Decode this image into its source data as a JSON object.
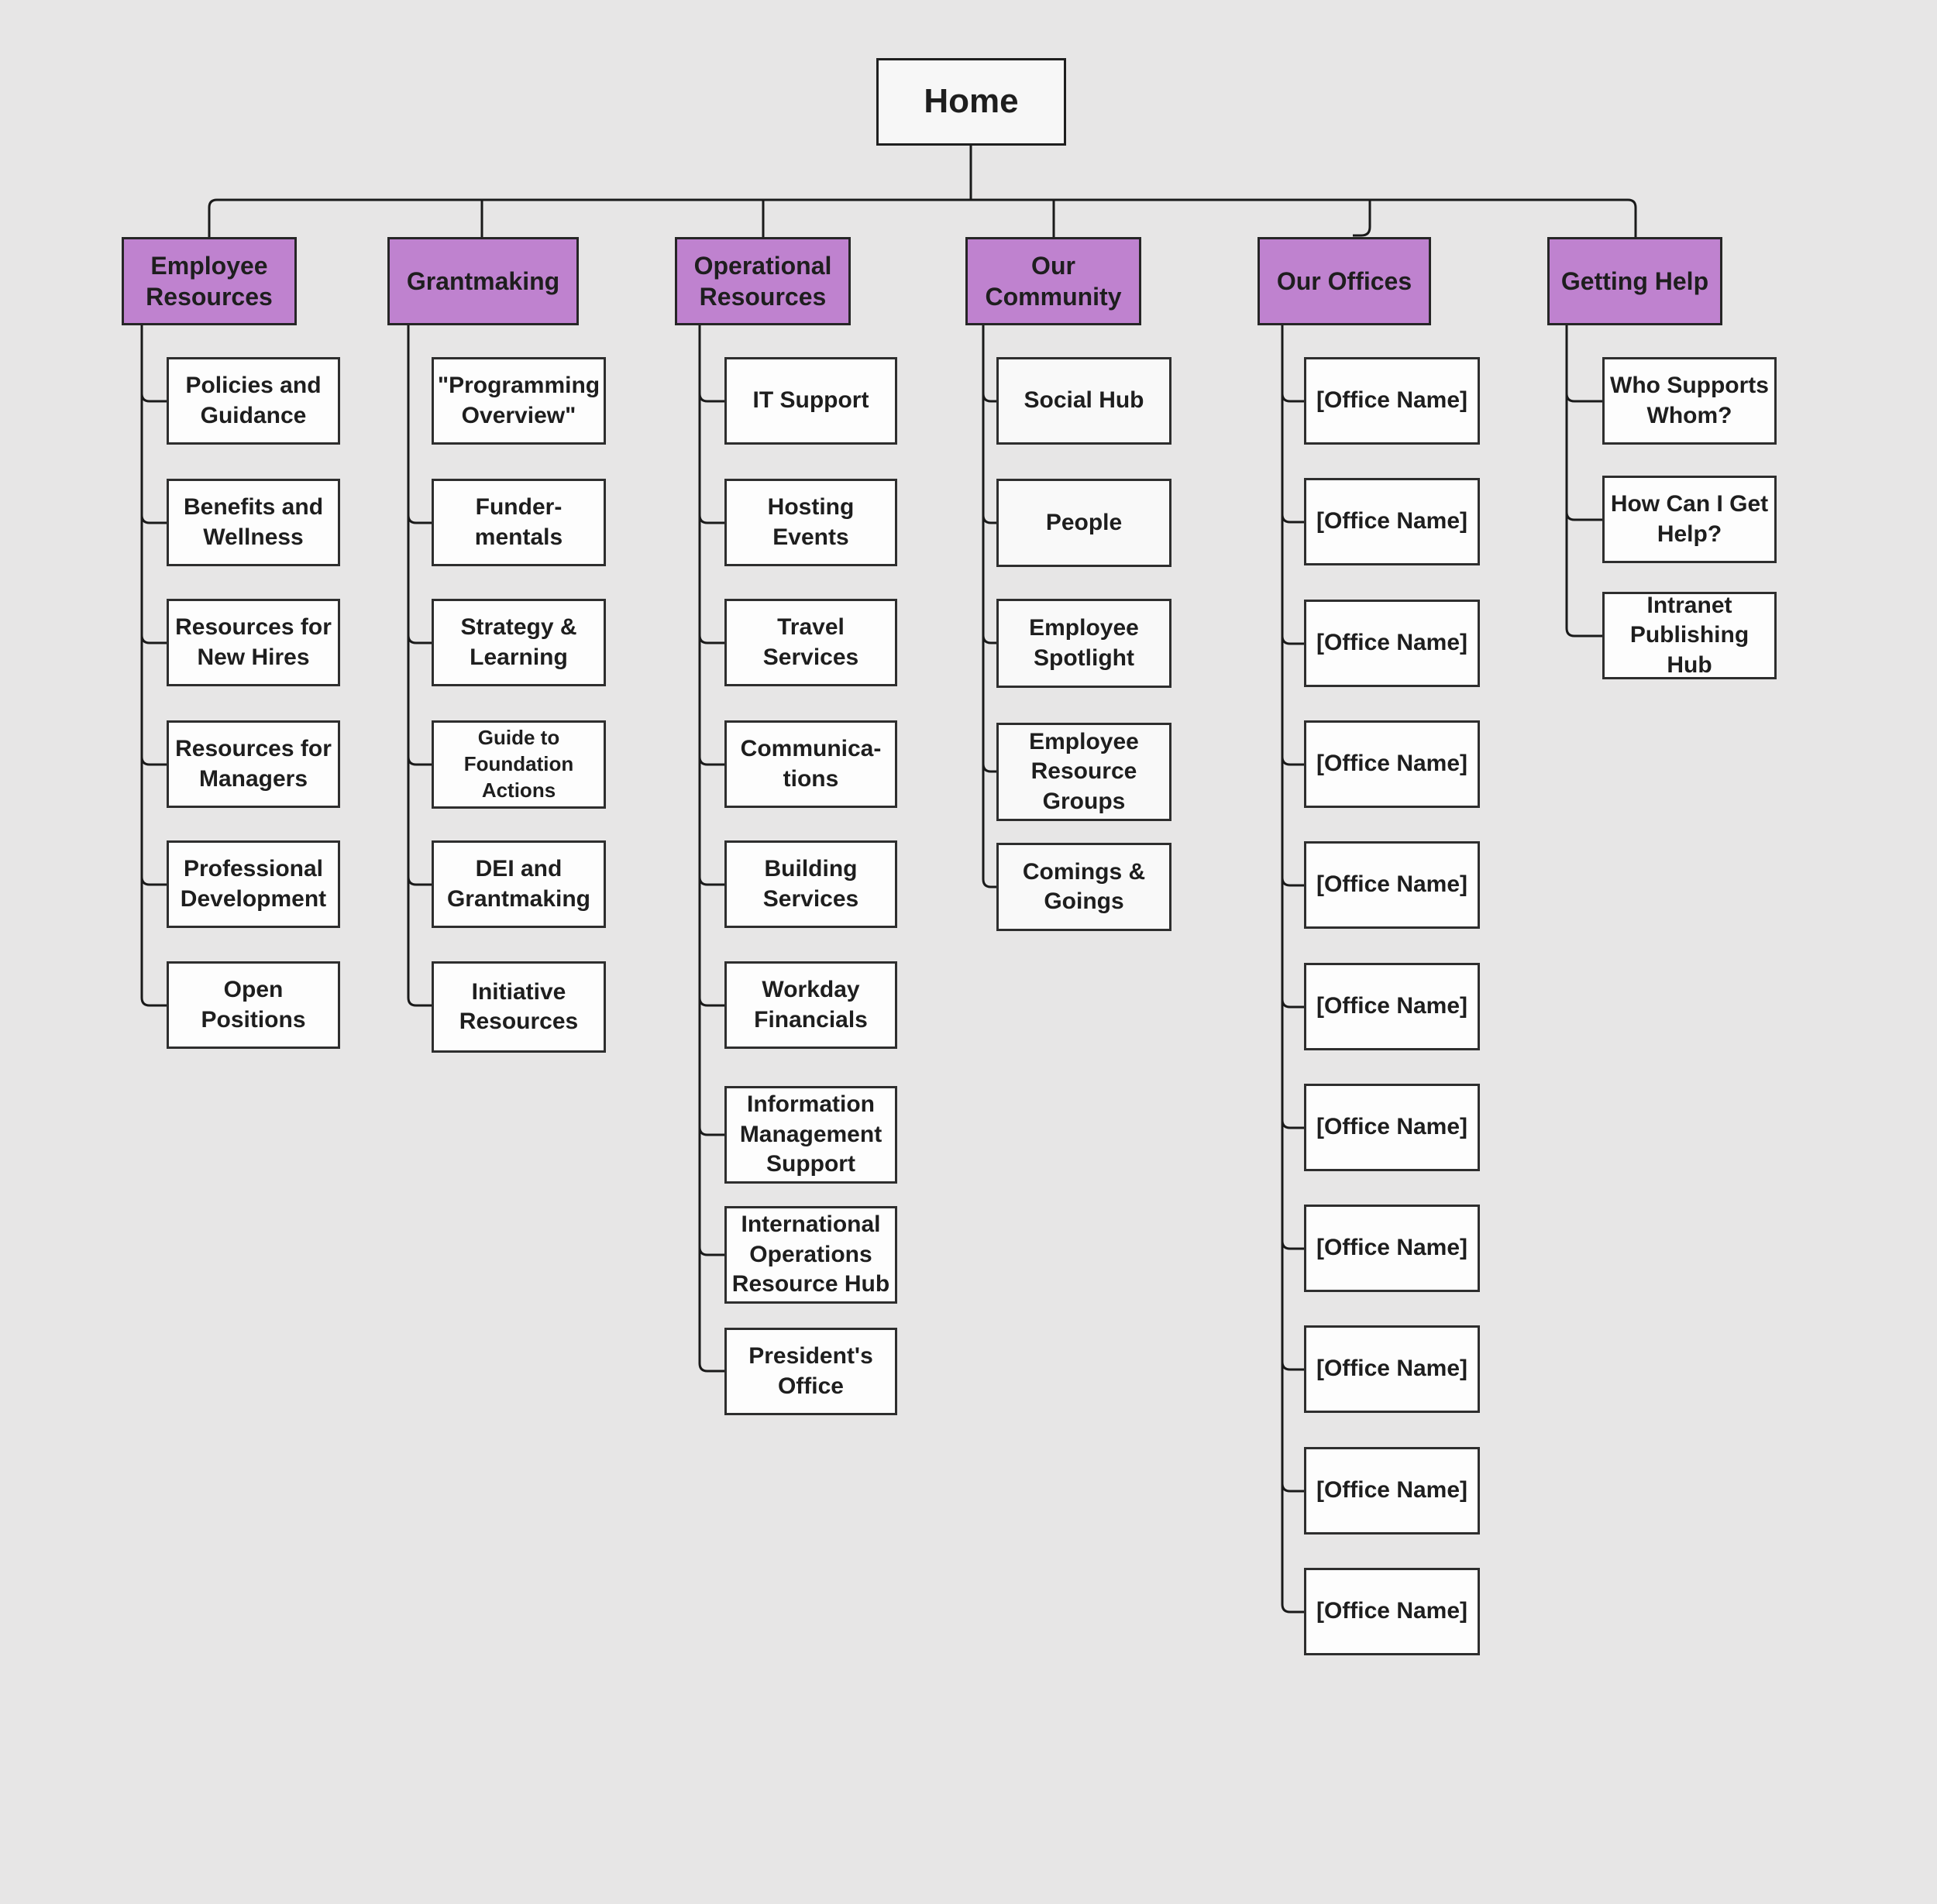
{
  "diagram": {
    "home": "Home",
    "columns": [
      {
        "title": "Employee\nResources",
        "children": [
          "Policies and\nGuidance",
          "Benefits and\nWellness",
          "Resources for\nNew Hires",
          "Resources for\nManagers",
          "Professional\nDevelopment",
          "Open Positions"
        ]
      },
      {
        "title": "Grantmaking",
        "children": [
          "\"Programming\nOverview\"",
          "Funder-\nmentals",
          "Strategy &\nLearning",
          "Guide to\nFoundation\nActions",
          "DEI and\nGrantmaking",
          "Initiative\nResources"
        ]
      },
      {
        "title": "Operational\nResources",
        "children": [
          "IT Support",
          "Hosting Events",
          "Travel Services",
          "Communica-\ntions",
          "Building\nServices",
          "Workday\nFinancials",
          "Information\nManagement\nSupport",
          "International\nOperations\nResource Hub",
          "President's\nOffice"
        ]
      },
      {
        "title": "Our\nCommunity",
        "children": [
          "Social Hub",
          "People",
          "Employee\nSpotlight",
          "Employee\nResource\nGroups",
          "Comings &\nGoings"
        ]
      },
      {
        "title": "Our Offices",
        "children": [
          "[Office Name]",
          "[Office Name]",
          "[Office Name]",
          "[Office Name]",
          "[Office Name]",
          "[Office Name]",
          "[Office Name]",
          "[Office Name]",
          "[Office Name]",
          "[Office Name]",
          "[Office Name]"
        ]
      },
      {
        "title": "Getting Help",
        "children": [
          "Who Supports\nWhom?",
          "How Can I Get\nHelp?",
          "Intranet\nPublishing Hub"
        ]
      }
    ],
    "colors": {
      "background": "#e7e6e6",
      "branch_header_fill": "#bf82cf",
      "node_fill": "#fdfdfd",
      "home_fill": "#f7f7f7",
      "border": "#2e2e2e",
      "connector": "#1a1a1a"
    }
  }
}
